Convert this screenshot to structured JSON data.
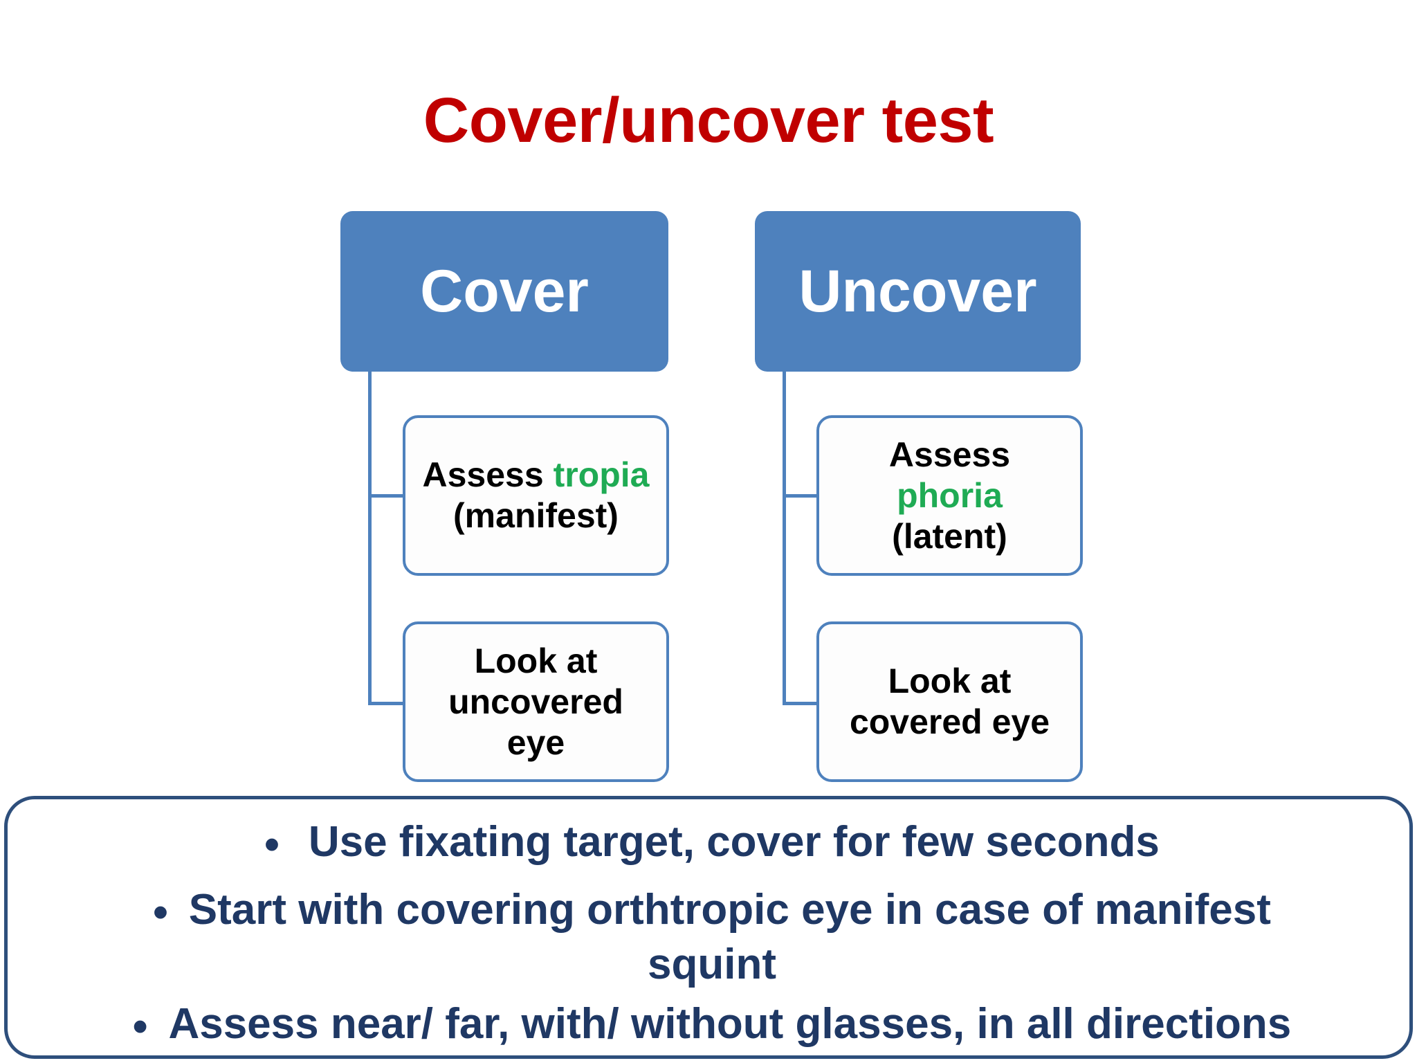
{
  "title": "Cover/uncover test",
  "colors": {
    "title_red": "#c00000",
    "header_blue": "#4e81bd",
    "accent_green": "#1fab54",
    "notes_navy": "#1f3864",
    "notes_border": "#2e4f7c",
    "body_black": "#000000"
  },
  "branches": [
    {
      "header": "Cover",
      "children": [
        {
          "name": "assess-tropia",
          "lines": [
            {
              "segments": [
                {
                  "text": "Assess ",
                  "color": "black"
                },
                {
                  "text": "tropia",
                  "color": "green"
                }
              ]
            },
            {
              "segments": [
                {
                  "text": "(manifest)",
                  "color": "black"
                }
              ]
            }
          ]
        },
        {
          "name": "look-at-uncovered-eye",
          "lines": [
            {
              "segments": [
                {
                  "text": "Look at",
                  "color": "black"
                }
              ]
            },
            {
              "segments": [
                {
                  "text": "uncovered",
                  "color": "black"
                }
              ]
            },
            {
              "segments": [
                {
                  "text": "eye",
                  "color": "black"
                }
              ]
            }
          ]
        }
      ]
    },
    {
      "header": "Uncover",
      "children": [
        {
          "name": "assess-phoria",
          "lines": [
            {
              "segments": [
                {
                  "text": "Assess",
                  "color": "black"
                }
              ]
            },
            {
              "segments": [
                {
                  "text": "phoria",
                  "color": "green"
                }
              ]
            },
            {
              "segments": [
                {
                  "text": "(latent)",
                  "color": "black"
                }
              ]
            }
          ]
        },
        {
          "name": "look-at-covered-eye",
          "lines": [
            {
              "segments": [
                {
                  "text": "Look at",
                  "color": "black"
                }
              ]
            },
            {
              "segments": [
                {
                  "text": "covered eye",
                  "color": "black"
                }
              ]
            }
          ]
        }
      ]
    }
  ],
  "boxes": {
    "cover_header": "Cover",
    "uncover_header": "Uncover",
    "tropia_line1_plain": "Assess ",
    "tropia_line1_green": "tropia",
    "tropia_line2": "(manifest)",
    "phoria_line1": "Assess",
    "phoria_line2_green": "phoria",
    "phoria_line3": "(latent)",
    "uncovered_line1": "Look at",
    "uncovered_line2": "uncovered",
    "uncovered_line3": "eye",
    "covered_line1": "Look at",
    "covered_line2": "covered eye"
  },
  "notes": {
    "bullet_glyph": "•",
    "items": [
      {
        "text": "Use fixating target, cover for few seconds",
        "lines": [
          "Use fixating target, cover for few seconds"
        ]
      },
      {
        "text": "Start with covering orthtropic eye in case of manifest squint",
        "lines": [
          "Start with covering orthtropic eye in case of manifest",
          "squint"
        ]
      },
      {
        "text": "Assess near/ far, with/ without glasses, in all directions",
        "lines": [
          "Assess near/ far, with/ without glasses, in all directions"
        ]
      }
    ]
  }
}
